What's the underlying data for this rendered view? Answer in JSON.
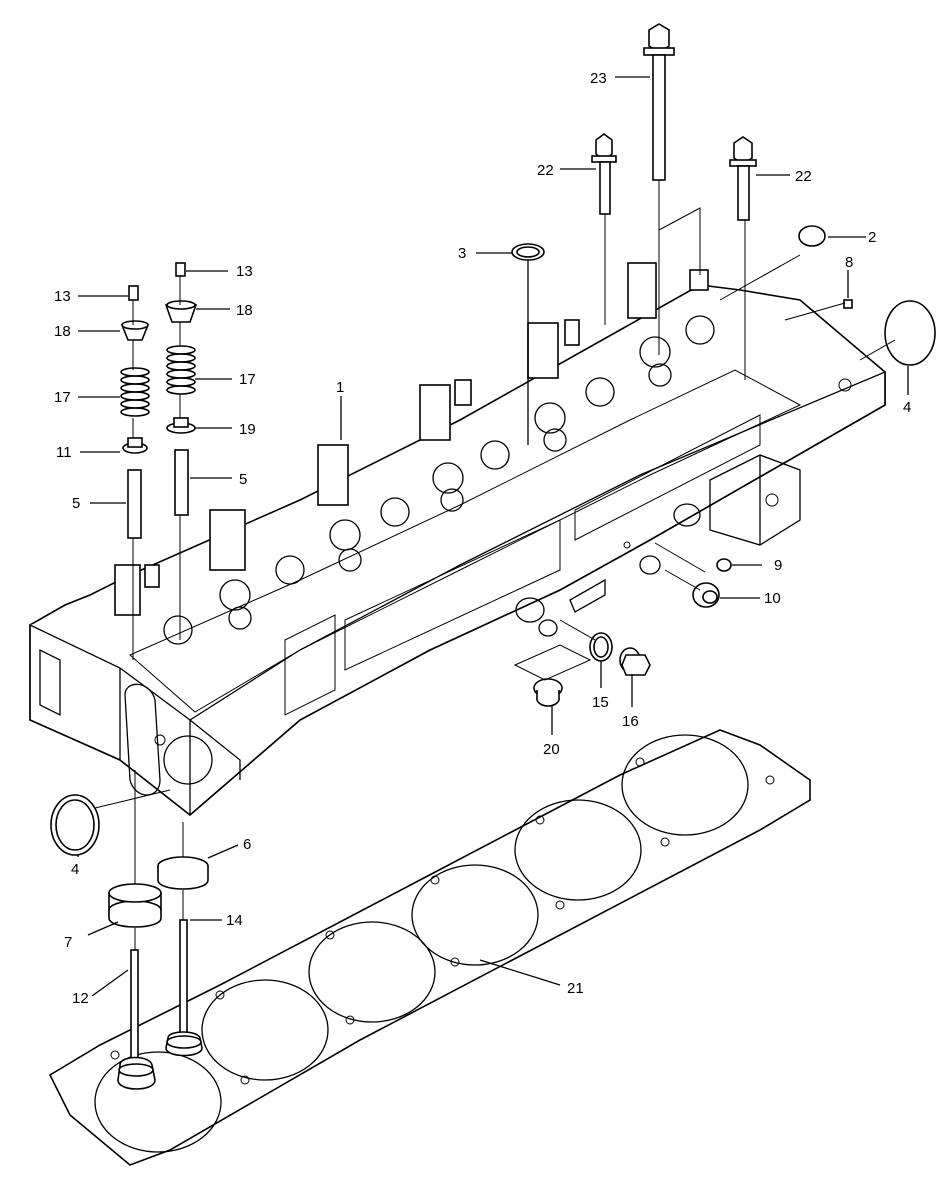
{
  "colors": {
    "ink": "#000000",
    "paper": "#ffffff"
  },
  "callouts": {
    "c1": "1",
    "c2": "2",
    "c3": "3",
    "c4a": "4",
    "c4b": "4",
    "c5a": "5",
    "c5b": "5",
    "c6": "6",
    "c7": "7",
    "c8": "8",
    "c9": "9",
    "c10": "10",
    "c11": "11",
    "c12": "12",
    "c13a": "13",
    "c13b": "13",
    "c14": "14",
    "c15": "15",
    "c16": "16",
    "c17a": "17",
    "c17b": "17",
    "c18a": "18",
    "c18b": "18",
    "c19": "19",
    "c20": "20",
    "c21": "21",
    "c22a": "22",
    "c22b": "22",
    "c23": "23"
  }
}
